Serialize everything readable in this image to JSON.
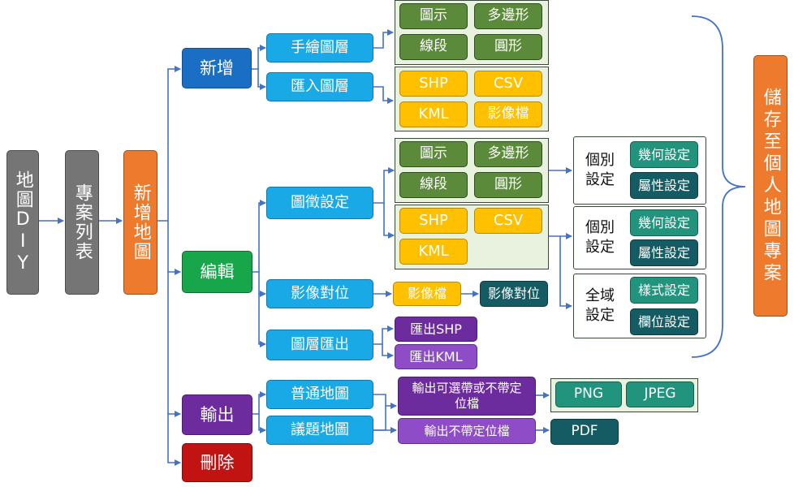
{
  "nodes": {
    "diy": "地圖DIY",
    "project_list": "專案列表",
    "new_map": "新增地圖",
    "add": "新增",
    "edit": "編輯",
    "output": "輸出",
    "delete": "刪除",
    "hand_layer": "手繪圖層",
    "import_layer": "匯入圖層",
    "symbol_settings": "圖徵設定",
    "image_align": "影像對位",
    "layer_export": "圖層匯出",
    "normal_map": "普通地圖",
    "topic_map": "議題地圖",
    "hand_items": [
      "圖示",
      "多邊形",
      "線段",
      "圓形"
    ],
    "import_items": [
      "SHP",
      "CSV",
      "KML",
      "影像檔"
    ],
    "sym_hand_items": [
      "圖示",
      "多邊形",
      "線段",
      "圓形"
    ],
    "sym_import_items": [
      "SHP",
      "CSV",
      "KML"
    ],
    "indiv1_label": "個別設定",
    "indiv1_items": [
      "幾何設定",
      "屬性設定"
    ],
    "indiv2_label": "個別設定",
    "indiv2_items": [
      "幾何設定",
      "屬性設定"
    ],
    "global_label": "全域設定",
    "global_items": [
      "樣式設定",
      "欄位設定"
    ],
    "align_image": "影像檔",
    "align_result": "影像對位",
    "export_shp": "匯出SHP",
    "export_kml": "匯出KML",
    "out_geo": "輸出可選帶或不帶定位檔",
    "out_nogeo": "輸出不帶定位檔",
    "fmt_png": "PNG",
    "fmt_jpeg": "JPEG",
    "fmt_pdf": "PDF",
    "save": "儲存至個人地圖專案"
  },
  "colors": {
    "connector": "#4472c4",
    "gray": "#757575",
    "orange": "#ee7b2d",
    "blue": "#1a6fc4",
    "green": "#18a64a",
    "red": "#c21313",
    "sky": "#19a9e6",
    "olive": "#5a8a3a",
    "yellow": "#ffc000",
    "teal_dark": "#145b63",
    "teal": "#22937d",
    "purple_dark": "#6d2c9e",
    "purple": "#8e4dc6",
    "panel": "#e9f1df"
  }
}
